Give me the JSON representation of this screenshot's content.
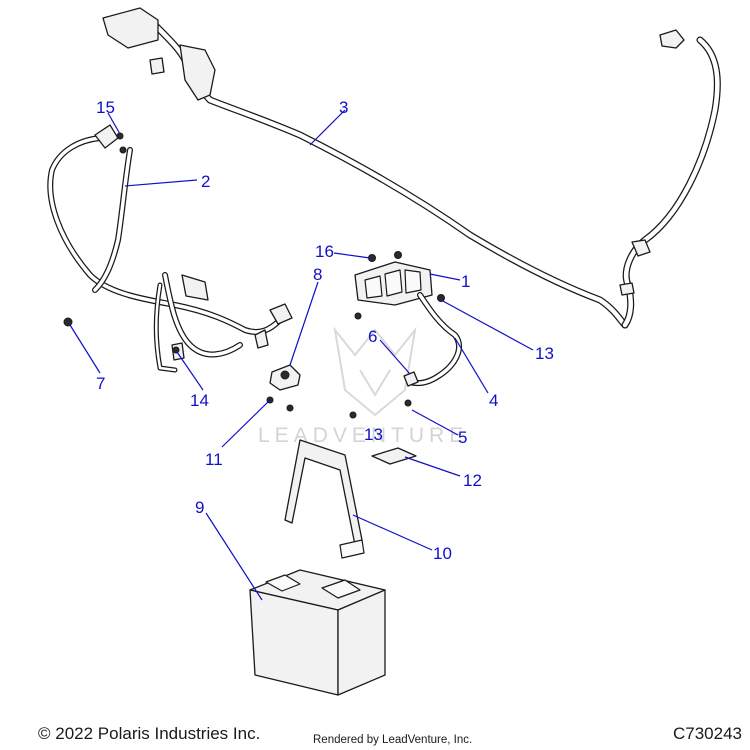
{
  "watermark": {
    "text": "LEADVENTURE"
  },
  "callouts": [
    {
      "id": "1",
      "label": "1"
    },
    {
      "id": "2",
      "label": "2"
    },
    {
      "id": "3",
      "label": "3"
    },
    {
      "id": "4",
      "label": "4"
    },
    {
      "id": "5",
      "label": "5"
    },
    {
      "id": "6",
      "label": "6"
    },
    {
      "id": "7",
      "label": "7"
    },
    {
      "id": "8",
      "label": "8"
    },
    {
      "id": "9",
      "label": "9"
    },
    {
      "id": "10",
      "label": "10"
    },
    {
      "id": "11",
      "label": "11"
    },
    {
      "id": "12",
      "label": "12"
    },
    {
      "id": "13a",
      "label": "13"
    },
    {
      "id": "13b",
      "label": "13"
    },
    {
      "id": "14",
      "label": "14"
    },
    {
      "id": "15",
      "label": "15"
    },
    {
      "id": "16",
      "label": "16"
    }
  ],
  "footer": {
    "copyright": "© 2022 Polaris Industries Inc.",
    "rendered_by": "Rendered by LeadVenture, Inc.",
    "diagram_code": "C730243"
  }
}
